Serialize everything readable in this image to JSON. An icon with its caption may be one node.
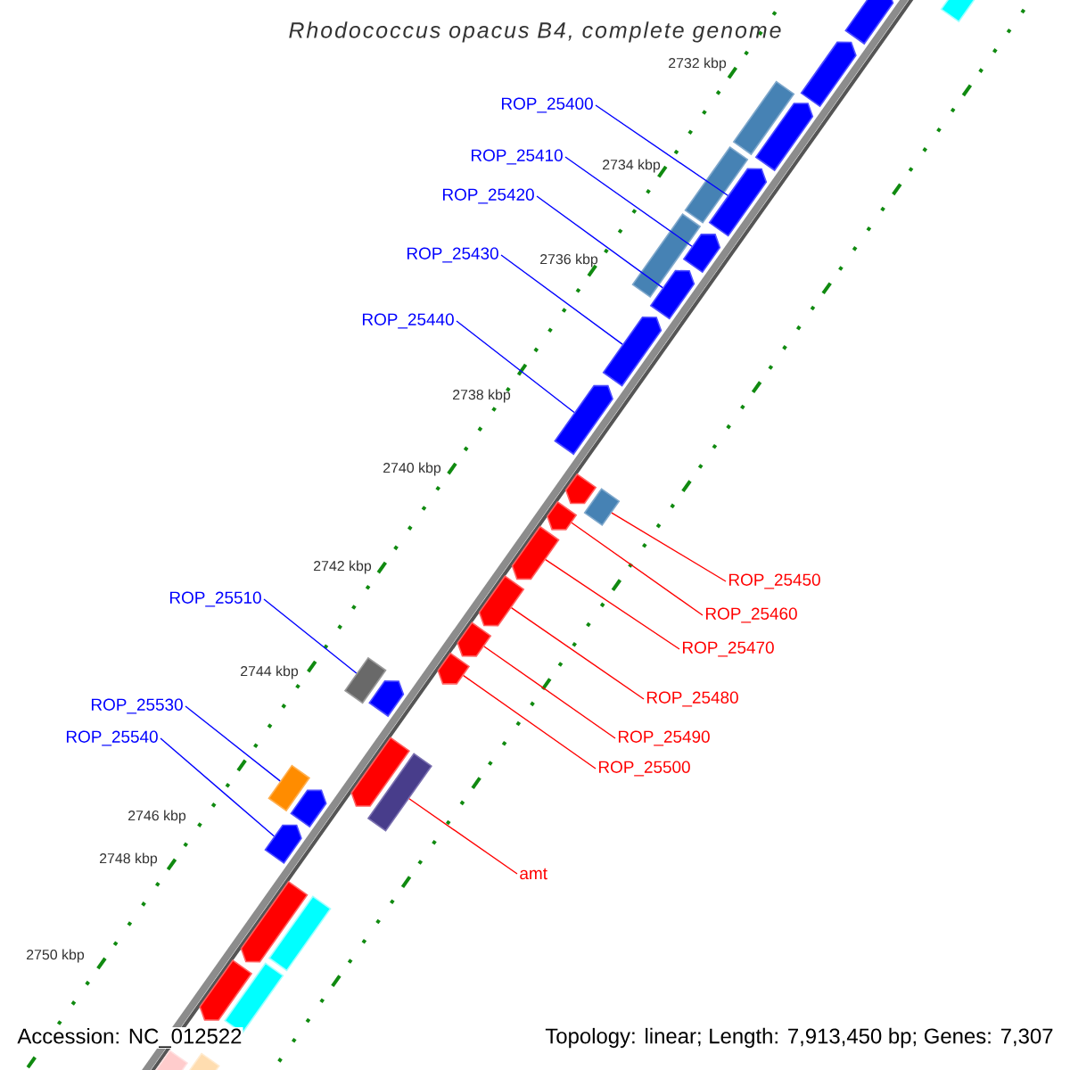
{
  "diagram": {
    "title": "Rhodococcus opacus B4, complete genome",
    "nodes": [
      {
        "text": [
          "ROP_25400"
        ]
      },
      {
        "text": [
          "ROP_25410"
        ]
      },
      {
        "text": [
          "ROP_25420"
        ]
      },
      {
        "text": [
          "ROP_25430"
        ]
      },
      {
        "text": [
          "ROP_25440"
        ]
      },
      {
        "text": [
          "ROP_25450"
        ]
      },
      {
        "text": [
          "ROP_25510"
        ]
      },
      {
        "text": [
          "ROP_25460"
        ]
      },
      {
        "text": [
          "ROP_25470"
        ]
      },
      {
        "text": [
          "ROP_25480"
        ]
      },
      {
        "text": [
          "ROP_25530"
        ]
      },
      {
        "text": [
          "ROP_25540"
        ]
      },
      {
        "text": [
          "ROP_25490"
        ]
      },
      {
        "text": [
          "ROP_25500"
        ]
      },
      {
        "text": [
          "amt"
        ]
      },
      {
        "text": [],
        "shape": "box"
      },
      {
        "text": [],
        "shape": "arrow"
      },
      {
        "text": [],
        "shape": "arrow"
      },
      {
        "text": [],
        "shape": "box"
      },
      {
        "text": [],
        "shape": "arrow"
      },
      {
        "text": [],
        "shape": "box"
      },
      {
        "text": [],
        "shape": "arrow"
      },
      {
        "text": [],
        "shape": "box"
      },
      {
        "text": [],
        "shape": "arrow"
      },
      {
        "text": [],
        "shape": "arrow"
      },
      {
        "text": [],
        "shape": "arrow"
      },
      {
        "text": [],
        "shape": "arrow"
      },
      {
        "text": [],
        "shape": "arrow"
      },
      {
        "text": [],
        "shape": "box"
      },
      {
        "text": [],
        "shape": "arrow"
      },
      {
        "text": [],
        "shape": "arrow"
      },
      {
        "text": [],
        "shape": "arrow"
      },
      {
        "text": [],
        "shape": "arrow"
      },
      {
        "text": [],
        "shape": "box"
      },
      {
        "text": [],
        "shape": "arrow"
      },
      {
        "text": [],
        "shape": "arrow"
      },
      {
        "text": [],
        "shape": "arrow"
      },
      {
        "text": [],
        "shape": "box"
      },
      {
        "text": [],
        "shape": "box"
      },
      {
        "text": [],
        "shape": "arrow"
      },
      {
        "text": [],
        "shape": "arrow"
      },
      {
        "text": [],
        "shape": "arrow"
      },
      {
        "text": [],
        "shape": "box"
      },
      {
        "text": [],
        "shape": "arrow"
      },
      {
        "text": [],
        "shape": "box"
      },
      {
        "text": [],
        "shape": "box"
      },
      {
        "text": [],
        "shape": "box"
      }
    ],
    "edges": [
      {
        "from": 0,
        "to": 21,
        "arrow": "none"
      },
      {
        "from": 1,
        "to": 23,
        "arrow": "none"
      },
      {
        "from": 2,
        "to": 24,
        "arrow": "none"
      },
      {
        "from": 3,
        "to": 25,
        "arrow": "none"
      },
      {
        "from": 4,
        "to": 26,
        "arrow": "none"
      },
      {
        "from": 5,
        "to": 28,
        "arrow": "none",
        "color": "#ff0000"
      },
      {
        "from": 6,
        "to": 33,
        "arrow": "none"
      },
      {
        "from": 7,
        "to": 29,
        "arrow": "none",
        "color": "#ff0000"
      },
      {
        "from": 8,
        "to": 30,
        "arrow": "none",
        "color": "#ff0000"
      },
      {
        "from": 9,
        "to": 31,
        "arrow": "none",
        "color": "#ff0000"
      },
      {
        "from": 10,
        "to": 37,
        "arrow": "none"
      },
      {
        "from": 11,
        "to": 40,
        "arrow": "none"
      },
      {
        "from": 12,
        "to": 32,
        "arrow": "none",
        "color": "#ff0000"
      },
      {
        "from": 13,
        "to": 34,
        "arrow": "none",
        "color": "#ff0000"
      },
      {
        "from": 14,
        "to": 38,
        "arrow": "none",
        "color": "#ff0000"
      }
    ],
    "labels": [
      "2732 kbp",
      "2734 kbp",
      "2736 kbp",
      "2738 kbp",
      "2740 kbp",
      "2742 kbp",
      "2744 kbp",
      "2746 kbp",
      "2748 kbp",
      "2750 kbp",
      "Accession: NC_012522",
      "Topology: linear; Length: 7,913,450 bp; Genes: 7,307"
    ]
  }
}
